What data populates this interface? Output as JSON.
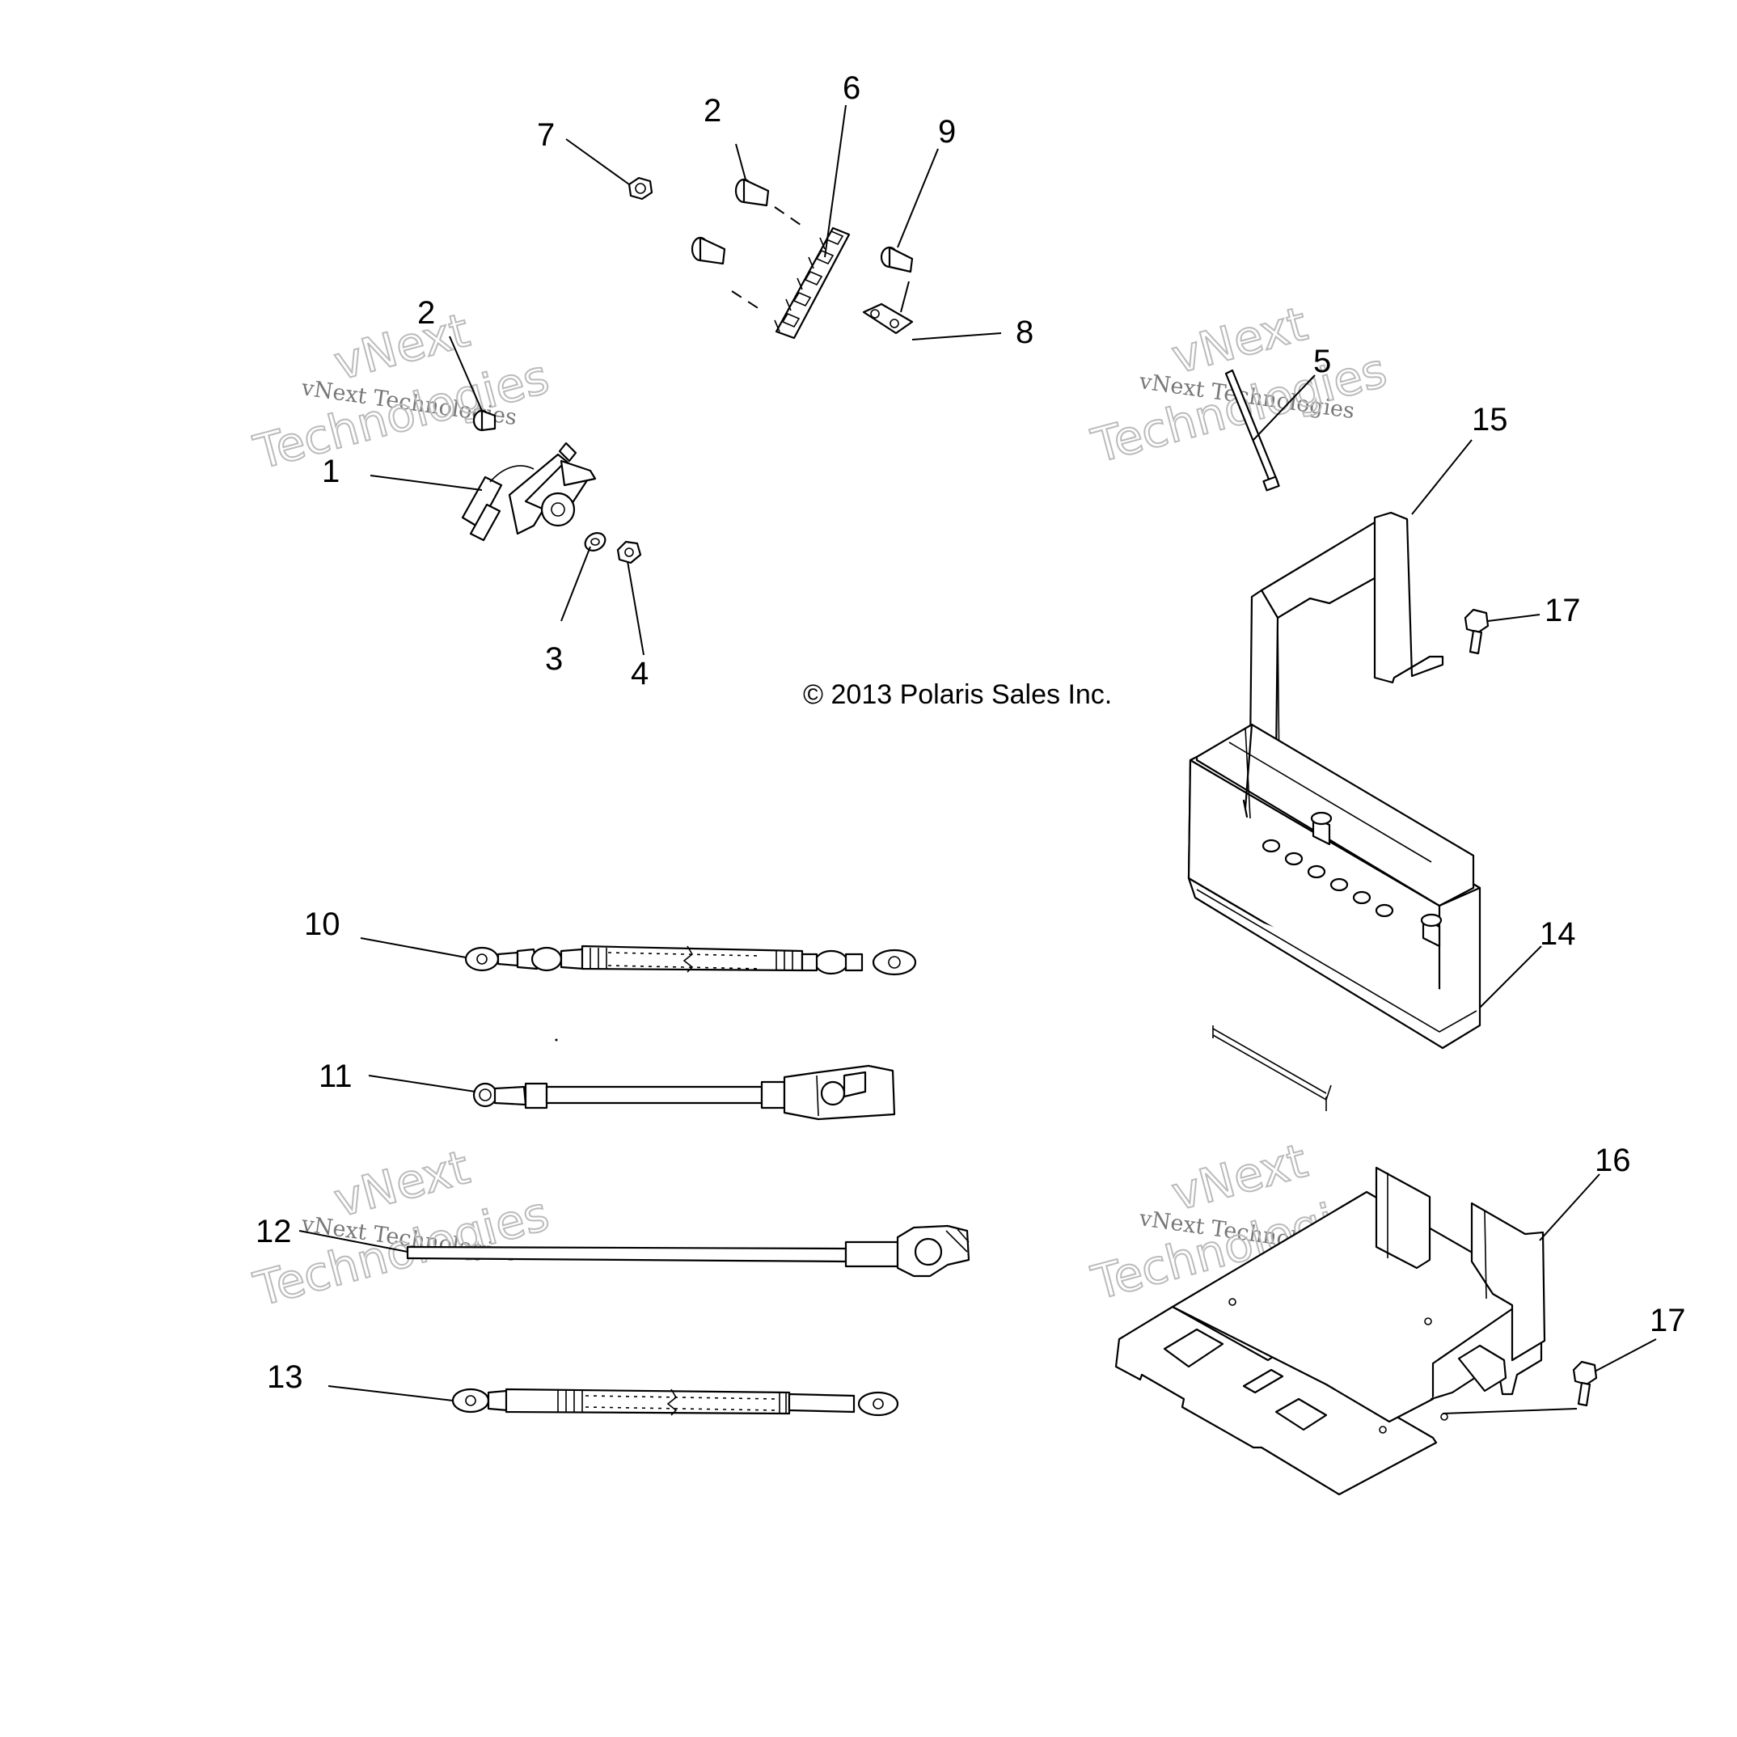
{
  "copyright": "© 2013 Polaris Sales Inc.",
  "watermark": {
    "line1": "vNext Technologies",
    "line2": "vNext",
    "line3": "Technologies"
  },
  "callouts": {
    "c1": "1",
    "c2a": "2",
    "c2b": "2",
    "c3": "3",
    "c4": "4",
    "c5": "5",
    "c6": "6",
    "c7": "7",
    "c8": "8",
    "c9": "9",
    "c10": "10",
    "c11": "11",
    "c12": "12",
    "c13": "13",
    "c14": "14",
    "c15": "15",
    "c16": "16",
    "c17a": "17",
    "c17b": "17"
  }
}
